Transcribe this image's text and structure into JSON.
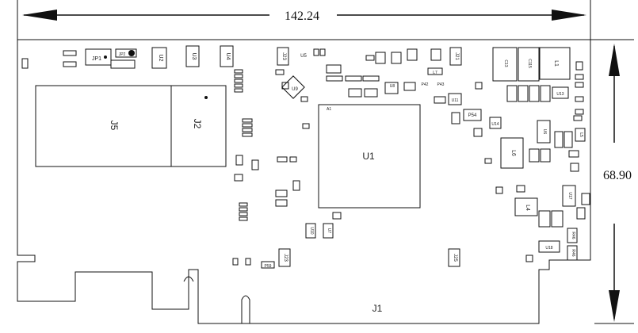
{
  "dimensions": {
    "width_mm": "142.24",
    "height_mm": "68.90"
  },
  "components": {
    "j5": "J5",
    "j2": "J2",
    "u1": "U1",
    "a1_marker": "A1",
    "j1": "J1",
    "jp1": "JP1",
    "jp2": "JP2",
    "u2": "U2",
    "u3": "U3",
    "u4": "U4",
    "u5": "U5",
    "u6": "U6",
    "u7": "U7",
    "u8": "U8",
    "u9": "U9",
    "u10": "U10",
    "u11": "U11",
    "u13": "U13",
    "u14": "U14",
    "u17": "U17",
    "u18": "U18",
    "j21": "J21",
    "j23": "J23",
    "j25": "J25",
    "l1": "L1",
    "l4": "L4",
    "l5": "L5",
    "l6": "L6",
    "l7": "L7",
    "c13": "C13",
    "c115": "C115",
    "p54": "P54",
    "p59": "P59",
    "p43": "P43",
    "p42": "P42",
    "r46": "R46",
    "r46b": "R46"
  }
}
